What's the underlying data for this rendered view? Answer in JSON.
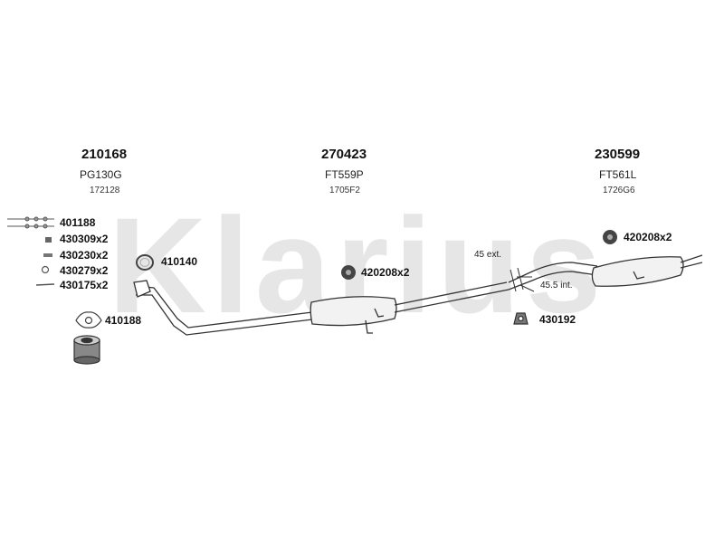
{
  "watermark": "Klarius",
  "sections": [
    {
      "part_number": "210168",
      "code": "PG130G",
      "sub_code": "172128"
    },
    {
      "part_number": "270423",
      "code": "FT559P",
      "sub_code": "1705F2"
    },
    {
      "part_number": "230599",
      "code": "FT561L",
      "sub_code": "1726G6"
    }
  ],
  "fittings": {
    "bolt_401188": "401188",
    "nut_430309": "430309x2",
    "washer_430230": "430230x2",
    "spring_430279": "430279x2",
    "pin_430175": "430175x2",
    "ring_410140": "410140",
    "gasket_410188": "410188",
    "mount_420208_mid": "420208x2",
    "mount_420208_right": "420208x2",
    "hanger_430192": "430192"
  },
  "measurements": {
    "ext": "45 ext.",
    "int": "45.5 int."
  }
}
